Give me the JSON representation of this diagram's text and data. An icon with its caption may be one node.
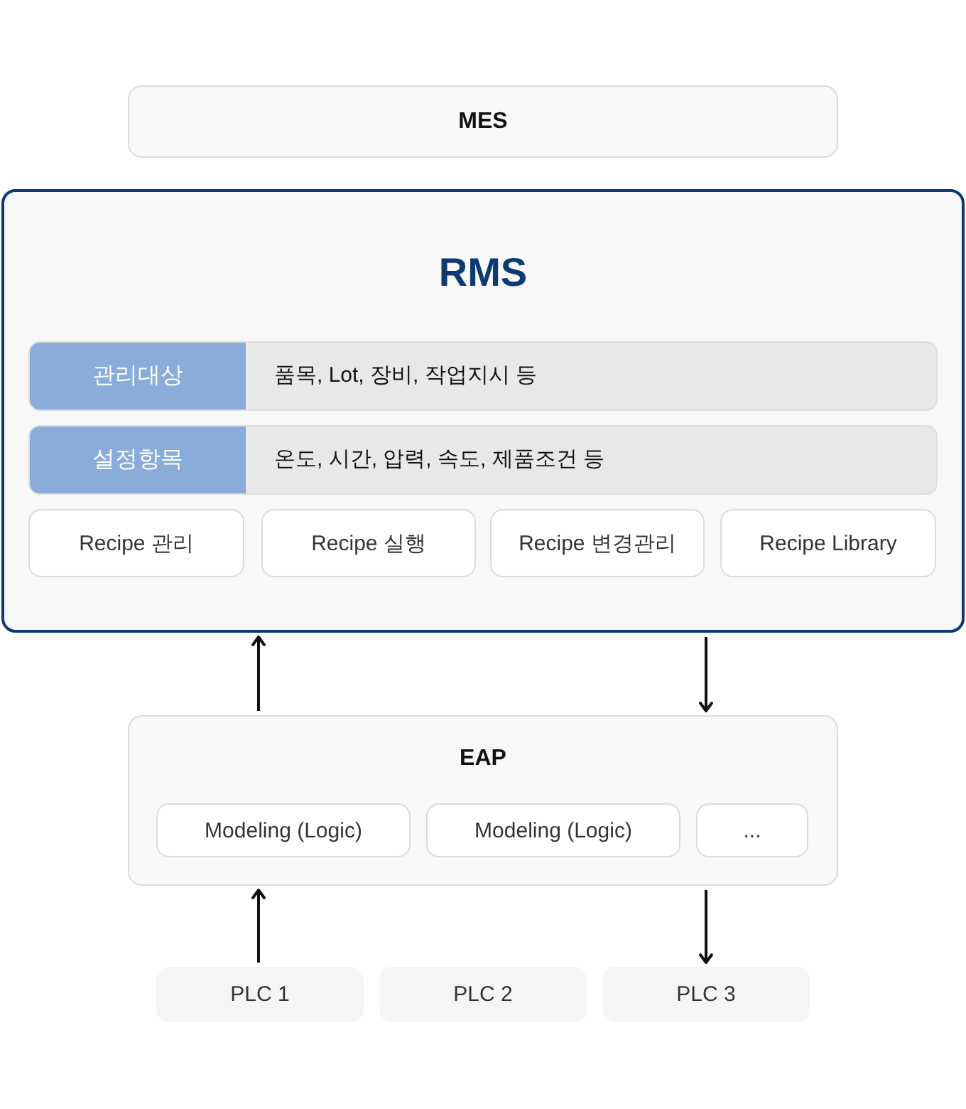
{
  "diagram": {
    "nodes": [
      {
        "text": [
          "MES"
        ]
      },
      {
        "text": [
          "RMS"
        ]
      },
      {
        "text": [
          "관리대상",
          "품목, Lot, 장비, 작업지시 등"
        ],
        "in": 1
      },
      {
        "text": [
          "설정항목",
          "온도, 시간, 압력, 속도, 제품조건 등"
        ],
        "in": 1
      },
      {
        "text": [
          "Recipe 관리"
        ],
        "in": 1
      },
      {
        "text": [
          "Recipe 실행"
        ],
        "in": 1
      },
      {
        "text": [
          "Recipe 변경관리"
        ],
        "in": 1
      },
      {
        "text": [
          "Recipe Library"
        ],
        "in": 1
      },
      {
        "text": [
          "EAP"
        ]
      },
      {
        "text": [
          "Modeling (Logic)"
        ],
        "in": 8
      },
      {
        "text": [
          "Modeling (Logic)"
        ],
        "in": 8
      },
      {
        "text": [
          "..."
        ],
        "in": 8
      },
      {
        "text": [
          "PLC 1"
        ]
      },
      {
        "text": [
          "PLC 2"
        ]
      },
      {
        "text": [
          "PLC 3"
        ]
      }
    ],
    "edges": [
      {
        "from": 8,
        "to": 1,
        "arrow": "to"
      },
      {
        "from": 1,
        "to": 8,
        "arrow": "to"
      },
      {
        "from": 12,
        "to": 8,
        "arrow": "to"
      },
      {
        "from": 8,
        "to": 14,
        "arrow": "to"
      }
    ]
  }
}
